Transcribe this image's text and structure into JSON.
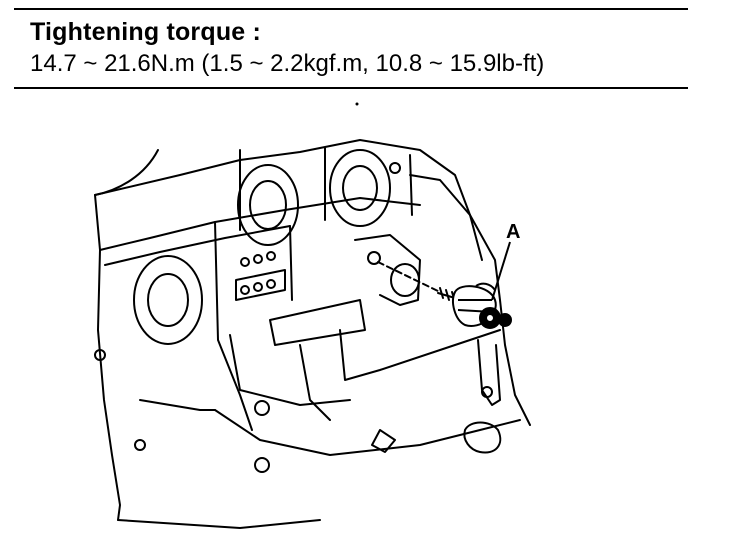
{
  "spec": {
    "title": "Tightening torque :",
    "value": "14.7 ~ 21.6N.m (1.5 ~ 2.2kgf.m, 10.8 ~ 15.9lb-ft)"
  },
  "figure": {
    "callout_label": "A"
  }
}
